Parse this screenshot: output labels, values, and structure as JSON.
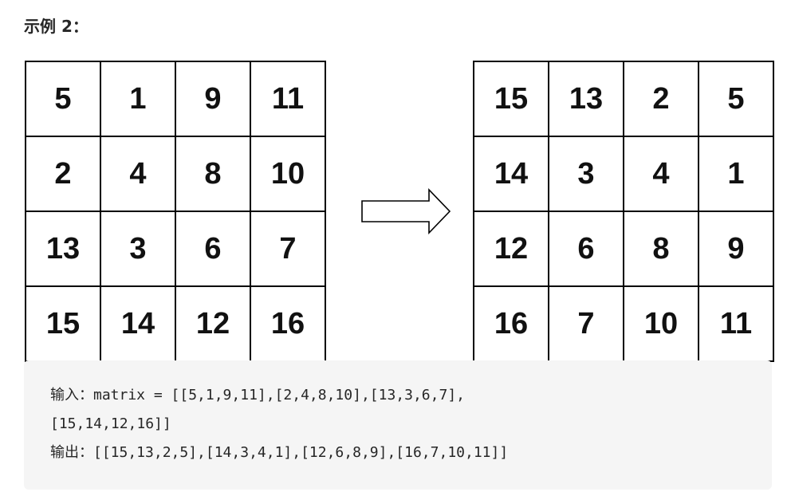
{
  "heading": "示例 2：",
  "input_matrix": [
    [
      "5",
      "1",
      "9",
      "11"
    ],
    [
      "2",
      "4",
      "8",
      "10"
    ],
    [
      "13",
      "3",
      "6",
      "7"
    ],
    [
      "15",
      "14",
      "12",
      "16"
    ]
  ],
  "output_matrix": [
    [
      "15",
      "13",
      "2",
      "5"
    ],
    [
      "14",
      "3",
      "4",
      "1"
    ],
    [
      "12",
      "6",
      "8",
      "9"
    ],
    [
      "16",
      "7",
      "10",
      "11"
    ]
  ],
  "arrow_icon": "right-arrow-icon",
  "code": {
    "line1": "输入：matrix = [[5,1,9,11],[2,4,8,10],[13,3,6,7],",
    "line2": "[15,14,12,16]]",
    "line3": "输出：[[15,13,2,5],[14,3,4,1],[12,6,8,9],[16,7,10,11]]"
  }
}
